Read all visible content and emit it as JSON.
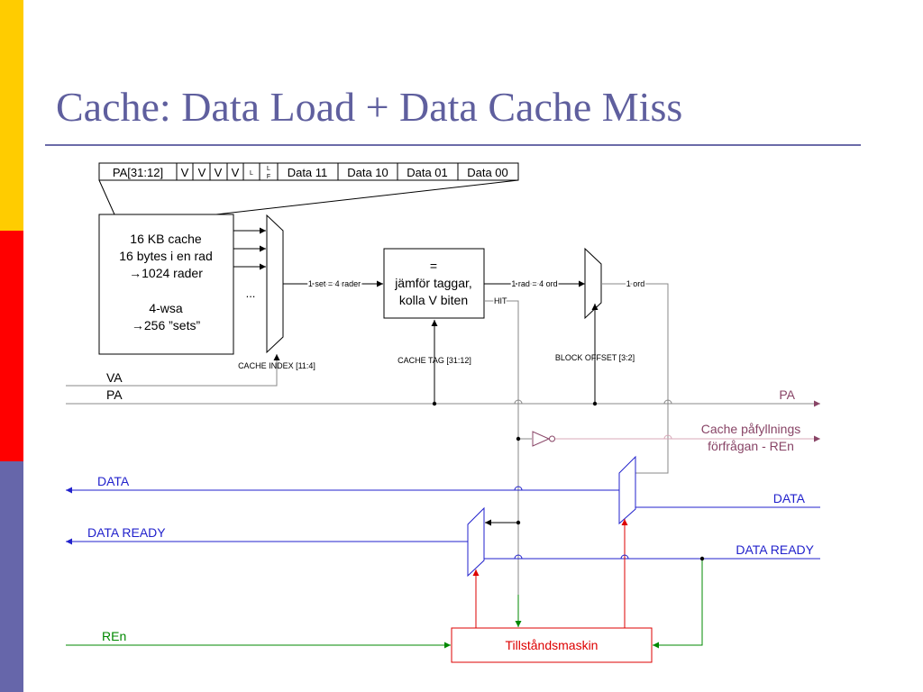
{
  "slide": {
    "title": "Cache: Data Load + Data Cache Miss",
    "accent_colors": {
      "yellow": "#ffcc00",
      "red": "#ff0000",
      "purple": "#6666aa"
    }
  },
  "diagram": {
    "colors": {
      "blue": "#2222cc",
      "red": "#dd0000",
      "green": "#008800",
      "mauve": "#884466",
      "black": "#000000",
      "gray": "#888888"
    },
    "cache_line": {
      "fields": [
        "PA[31:12]",
        "V",
        "V",
        "V",
        "V",
        "L",
        "L",
        "F",
        "Data 11",
        "Data 10",
        "Data 01",
        "Data 00"
      ]
    },
    "cache_box": {
      "lines": [
        "16 KB cache",
        "16 bytes i en rad",
        "→1024 rader",
        "",
        "4-wsa",
        "→256 ”sets”"
      ],
      "dots": "..."
    },
    "compare_box": {
      "lines": [
        "=",
        "jämför taggar,",
        "kolla V biten"
      ]
    },
    "wire_labels": {
      "set_rows": "1 set = 4 rader",
      "row_words": "1 rad = 4 ord",
      "one_word": "1 ord",
      "hit": "HIT",
      "cache_index": "CACHE INDEX [11:4]",
      "cache_tag": "CACHE TAG [31:12]",
      "block_offset": "BLOCK OFFSET [3:2]"
    },
    "bus_labels": {
      "va": "VA",
      "pa_left": "PA",
      "pa_right": "PA",
      "refill_1": "Cache påfyllnings",
      "refill_2": "förfrågan - REn",
      "data_left": "DATA",
      "data_right": "DATA",
      "data_ready_left": "DATA READY",
      "data_ready_right": "DATA READY",
      "ren": "REn"
    },
    "fsm": {
      "label": "Tillståndsmaskin"
    }
  }
}
